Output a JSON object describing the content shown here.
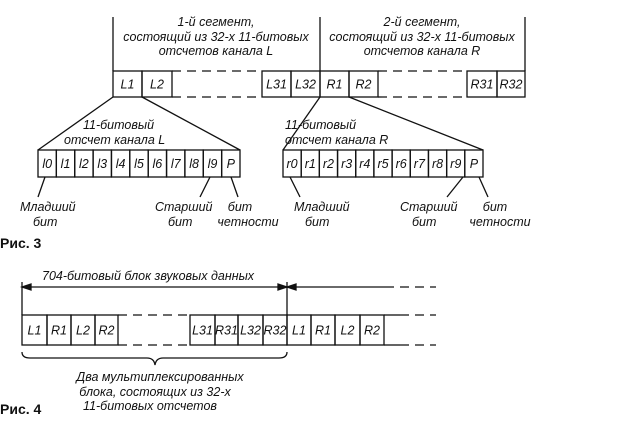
{
  "fig3": {
    "caption": "Рис. 3",
    "segment1": [
      "1-й сегмент,",
      "состоящий из 32-х 11-битовых",
      "отсчетов канала L"
    ],
    "segment2": [
      "2-й сегмент,",
      "состоящий из 32-х 11-битовых",
      "отсчетов канала R"
    ],
    "top_left_boxes": [
      "L1",
      "L2",
      "L31",
      "L32"
    ],
    "top_right_boxes": [
      "R1",
      "R2",
      "R31",
      "R32"
    ],
    "left_sample": {
      "title": [
        "11-битовый",
        "отсчет  канала L"
      ],
      "bits": [
        "l0",
        "l1",
        "l2",
        "l3",
        "l4",
        "l5",
        "l6",
        "l7",
        "l8",
        "l9",
        "P"
      ],
      "lsb": [
        "Младший",
        "бит"
      ],
      "msb": [
        "Старший",
        "бит"
      ],
      "parity": [
        "бит",
        "четности"
      ]
    },
    "right_sample": {
      "title": [
        "11-битовый",
        "отсчет  канала R"
      ],
      "bits": [
        "r0",
        "r1",
        "r2",
        "r3",
        "r4",
        "r5",
        "r6",
        "r7",
        "r8",
        "r9",
        "P"
      ],
      "lsb": [
        "Младший",
        "бит"
      ],
      "msb": [
        "Старший",
        "бит"
      ],
      "parity": [
        "бит",
        "четности"
      ]
    }
  },
  "fig4": {
    "caption": "Рис. 4",
    "block_label": "704-битовый блок звуковых данных",
    "first_boxes": [
      "L1",
      "R1",
      "L2",
      "R2"
    ],
    "last_boxes": [
      "L31",
      "R31",
      "L32",
      "R32"
    ],
    "next_boxes": [
      "L1",
      "R1",
      "L2",
      "R2"
    ],
    "brace_label": [
      "Два  мультиплексированных",
      "блока,  состоящих  из 32-х",
      "11-битовых  отсчетов"
    ]
  }
}
